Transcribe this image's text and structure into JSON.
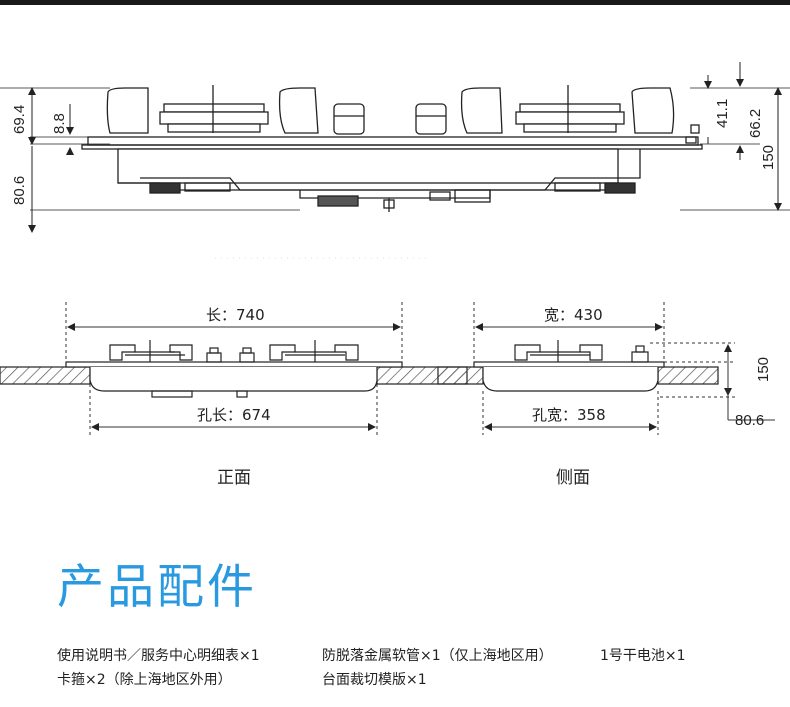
{
  "top_view": {
    "dim_left_upper": "69.4",
    "dim_left_small": "8.8",
    "dim_left_lower": "80.6",
    "dim_right_small": "41.1",
    "dim_right_mid": "66.2",
    "dim_right_total": "150"
  },
  "front_view": {
    "length_label": "长：740",
    "hole_label": "孔长：674",
    "caption": "正面"
  },
  "side_view": {
    "width_label": "宽：430",
    "hole_label": "孔宽：358",
    "height_label": "150",
    "depth_label": "80.6",
    "caption": "侧面"
  },
  "accessories": {
    "title": "产品配件",
    "items": [
      "使用说明书／服务中心明细表×1",
      "防脱落金属软管×1（仅上海地区用）",
      "1号干电池×1",
      "卡箍×2（除上海地区外用）",
      "台面裁切模版×1"
    ]
  }
}
